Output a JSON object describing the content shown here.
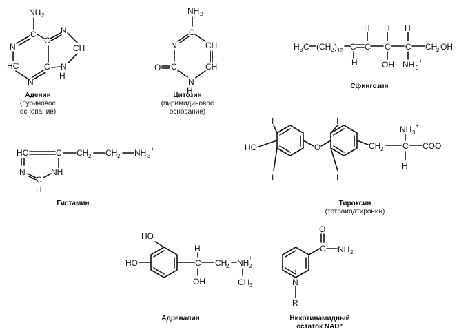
{
  "molecules": {
    "adenine": {
      "name": "Аденин",
      "note1": "(пуриновое",
      "note2": "основание)"
    },
    "cytosine": {
      "name": "Цитозин",
      "note1": "(пиримидиновое",
      "note2": "основание)"
    },
    "sphingosine": {
      "name": "Сфингозин"
    },
    "histamine": {
      "name": "Гистамин"
    },
    "thyroxine": {
      "name": "Тироксин",
      "note1": "(тетраиодтиронин)"
    },
    "adrenaline": {
      "name": "Адреналин"
    },
    "nicotinamide": {
      "name": "Никотинамидный",
      "name2": "остаток NAD⁺"
    }
  },
  "atoms": {
    "NH2": "NH",
    "sub2": "2",
    "N": "N",
    "H": "H",
    "C": "C",
    "O": "O",
    "CH": "CH",
    "HC": "HC",
    "NH": "NH",
    "NH3": "NH",
    "sub3": "3",
    "plus": "+",
    "HO": "HO",
    "I": "I",
    "OH": "OH",
    "R": "R",
    "COO": "COO",
    "minus": "−",
    "H3C": "H",
    "CH2": "CH",
    "CH2OH": "CH",
    "subs12": "12",
    "CH3": "CH",
    "sphA": "(CH",
    "sphB": ")",
    "sphC": "C=C",
    "nh2b": "NH",
    "plusN": "+"
  }
}
